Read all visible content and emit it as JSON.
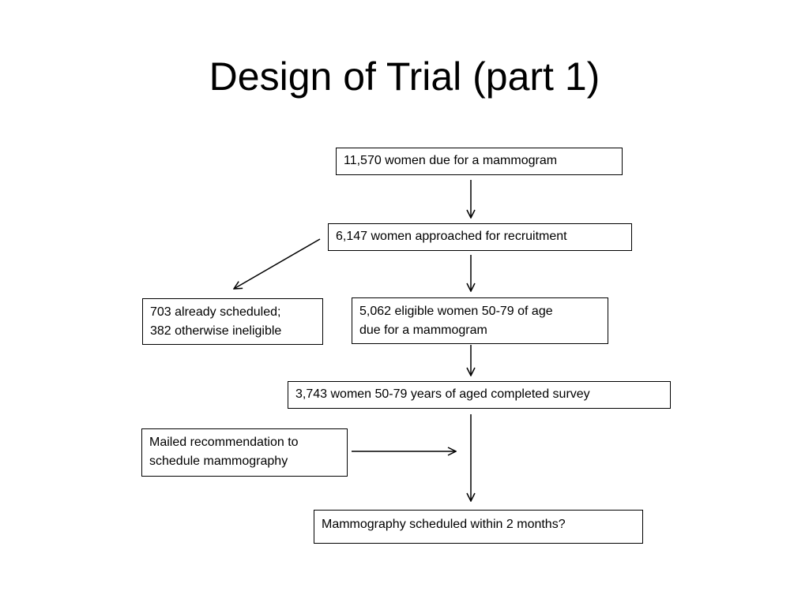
{
  "slide": {
    "title": "Design of Trial (part 1)"
  },
  "flowchart": {
    "boxes": {
      "due_for_mammogram": {
        "lines": [
          "11,570 women due for a mammogram"
        ]
      },
      "approached": {
        "lines": [
          "6,147 women approached for recruitment"
        ]
      },
      "excluded": {
        "lines": [
          "703 already scheduled;",
          "382 otherwise ineligible"
        ]
      },
      "eligible": {
        "lines": [
          "5,062 eligible women 50-79 of age",
          "due for a mammogram"
        ]
      },
      "completed_survey": {
        "lines": [
          "3,743 women 50-79 years of aged completed survey"
        ]
      },
      "intervention": {
        "lines": [
          "Mailed recommendation to",
          "schedule mammography"
        ]
      },
      "outcome": {
        "lines": [
          "Mammography scheduled within 2 months?"
        ]
      }
    }
  }
}
